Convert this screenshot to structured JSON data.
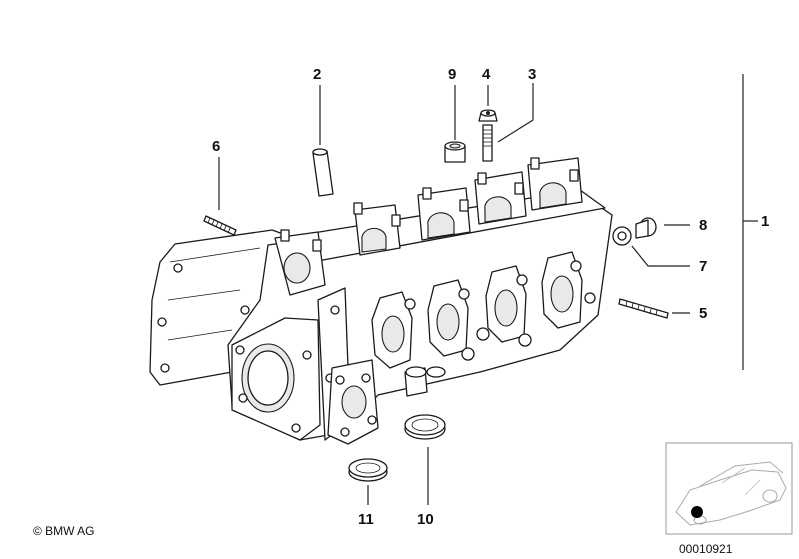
{
  "callouts": [
    "1",
    "2",
    "3",
    "4",
    "5",
    "6",
    "7",
    "8",
    "9",
    "10",
    "11"
  ],
  "copyright": "© BMW AG",
  "reference_number": "00010921"
}
